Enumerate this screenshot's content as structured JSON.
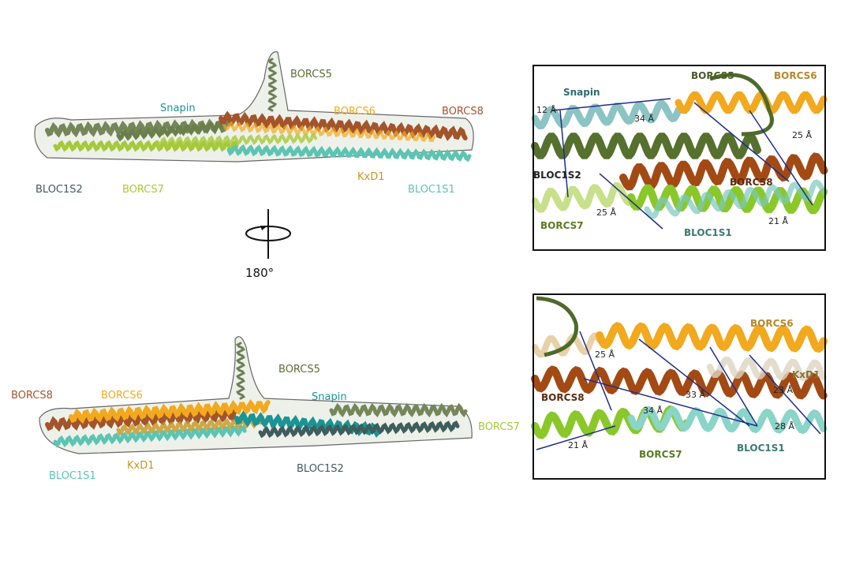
{
  "colors": {
    "BORCS5": "#5b6d32",
    "Snapin": "#1a9494",
    "BORCS6": "#f2a91e",
    "BORCS8": "#a3542a",
    "BLOC1S2": "#3f5d5d",
    "BORCS7": "#a6c93a",
    "KxD1": "#c8961e",
    "BLOC1S1": "#5cc4b2",
    "crosslink": "#1f2d8a"
  },
  "top_view": {
    "labels": [
      "BORCS5",
      "Snapin",
      "BORCS6",
      "BORCS8",
      "BLOC1S2",
      "BORCS7",
      "KxD1",
      "BLOC1S1"
    ]
  },
  "rotation": {
    "icon": "rotate-axis-icon",
    "label": "180°"
  },
  "bottom_view": {
    "labels": [
      "BORCS5",
      "BORCS8",
      "BORCS6",
      "Snapin",
      "BORCS7",
      "BLOC1S1",
      "KxD1",
      "BLOC1S2"
    ]
  },
  "panel_top": {
    "labels": [
      "Snapin",
      "BORCS5",
      "BORCS6",
      "BLOC1S2",
      "BORCS8",
      "BORCS7",
      "BLOC1S1"
    ],
    "distances": [
      "12 Å",
      "34 Å",
      "25 Å",
      "25 Å",
      "21 Å"
    ]
  },
  "panel_bottom": {
    "labels": [
      "BORCS6",
      "KxD1",
      "BORCS8",
      "BORCS7",
      "BLOC1S1"
    ],
    "distances": [
      "25 Å",
      "33 Å",
      "23 Å",
      "34 Å",
      "28 Å",
      "21 Å"
    ]
  }
}
